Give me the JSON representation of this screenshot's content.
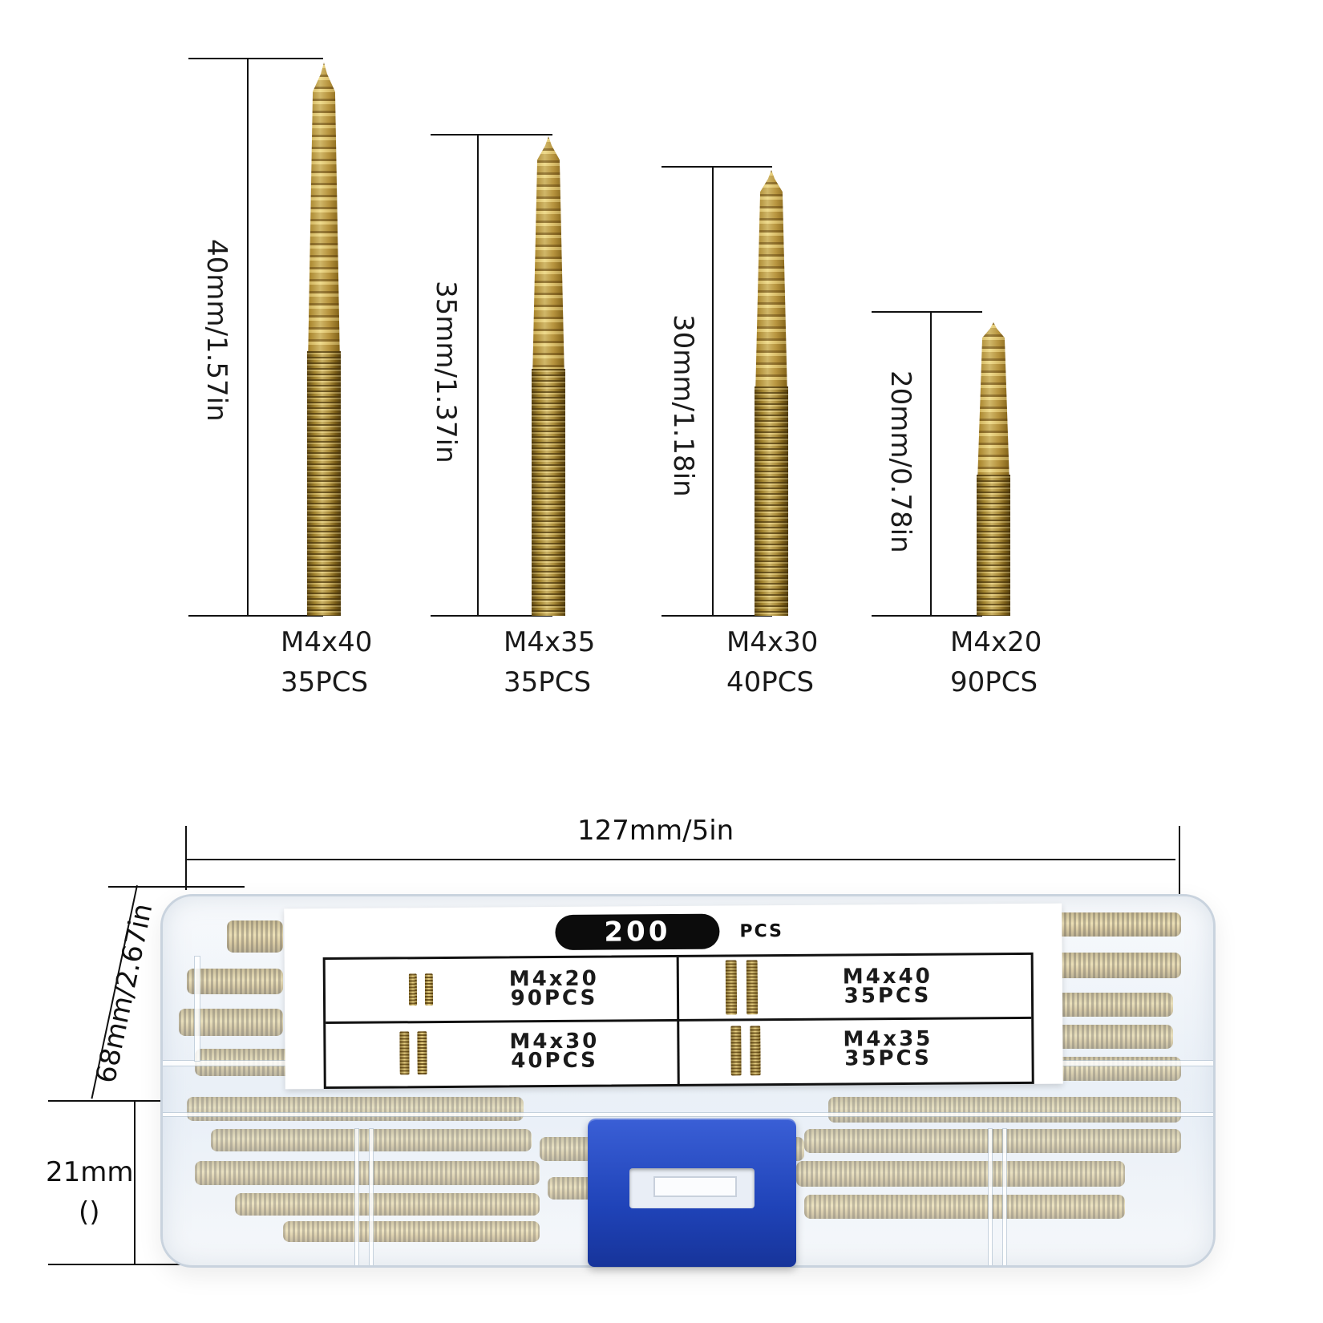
{
  "screws": [
    {
      "length_label": "40mm/1.57in",
      "size": "M4x40",
      "count": "35PCS",
      "length_mm": 40
    },
    {
      "length_label": "35mm/1.37in",
      "size": "M4x35",
      "count": "35PCS",
      "length_mm": 35
    },
    {
      "length_label": "30mm/1.18in",
      "size": "M4x30",
      "count": "40PCS",
      "length_mm": 30
    },
    {
      "length_label": "20mm/0.78in",
      "size": "M4x20",
      "count": "90PCS",
      "length_mm": 20
    }
  ],
  "box": {
    "width_label": "127mm/5in",
    "depth_label": "68mm/2.67in",
    "height_label": "21mm",
    "height_sub_label": "()"
  },
  "card": {
    "total": "200",
    "total_unit": "PCS",
    "cells": [
      {
        "size": "M4x20",
        "count": "90PCS"
      },
      {
        "size": "M4x40",
        "count": "35PCS"
      },
      {
        "size": "M4x30",
        "count": "40PCS"
      },
      {
        "size": "M4x35",
        "count": "35PCS"
      }
    ]
  },
  "colors": {
    "latch": "#1f43b8",
    "screw_brass": "#c8a54a",
    "box_plastic": "#e7edf4"
  }
}
